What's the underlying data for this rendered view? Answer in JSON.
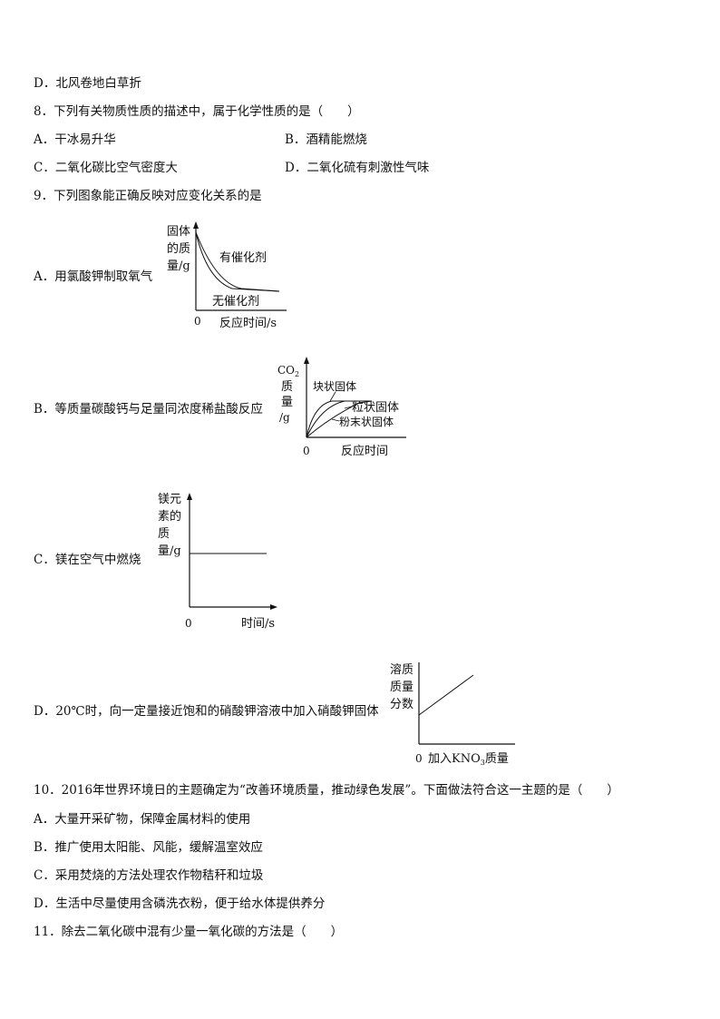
{
  "q7": {
    "optD": "D．北风卷地白草折"
  },
  "q8": {
    "stem": "8．下列有关物质性质的描述中，属于化学性质的是（　　）",
    "optA": "A．干冰易升华",
    "optB": "B．酒精能燃烧",
    "optC": "C．二氧化碳比空气密度大",
    "optD": "D．二氧化硫有刺激性气味"
  },
  "q9": {
    "stem": "9．下列图象能正确反映对应变化关系的是",
    "optA": {
      "text": "A．用氯酸钾制取氧气",
      "ylabel": [
        "固体",
        "的质",
        "量/g"
      ],
      "origin": "0",
      "xlabel": "反应时间/s",
      "curve1": "有催化剂",
      "curve2": "无催化剂"
    },
    "optB": {
      "text": "B．等质量碳酸钙与足量同浓度稀盐酸反应",
      "ylabel_top": "CO",
      "ylabel_sub": "2",
      "ylabel": [
        "质",
        "量",
        "/g"
      ],
      "origin": "0",
      "xlabel": "反应时间",
      "curve1": "块状固体",
      "curve2": "粒状固体",
      "curve3": "粉末状固体"
    },
    "optC": {
      "text": "C．镁在空气中燃烧",
      "ylabel": [
        "镁元",
        "素的",
        "质",
        "量/g"
      ],
      "origin": "0",
      "xlabel": "时间/s"
    },
    "optD": {
      "text": "D．20℃时，向一定量接近饱和的硝酸钾溶液中加入硝酸钾固体",
      "ylabel": [
        "溶质",
        "质量",
        "分数"
      ],
      "origin": "0",
      "xlabel_pre": "加入KNO",
      "xlabel_sub": "3",
      "xlabel_post": "质量"
    }
  },
  "q10": {
    "stem": "10．2016年世界环境日的主题确定为“改善环境质量，推动绿色发展”。下面做法符合这一主题的是（　　）",
    "optA": "A．大量开采矿物，保障金属材料的使用",
    "optB": "B．推广使用太阳能、风能，缓解温室效应",
    "optC": "C．采用焚烧的方法处理农作物秸秆和垃圾",
    "optD": "D．生活中尽量使用含磷洗衣粉，便于给水体提供养分"
  },
  "q11": {
    "stem": "11．除去二氧化碳中混有少量一氧化碳的方法是（　　）"
  }
}
